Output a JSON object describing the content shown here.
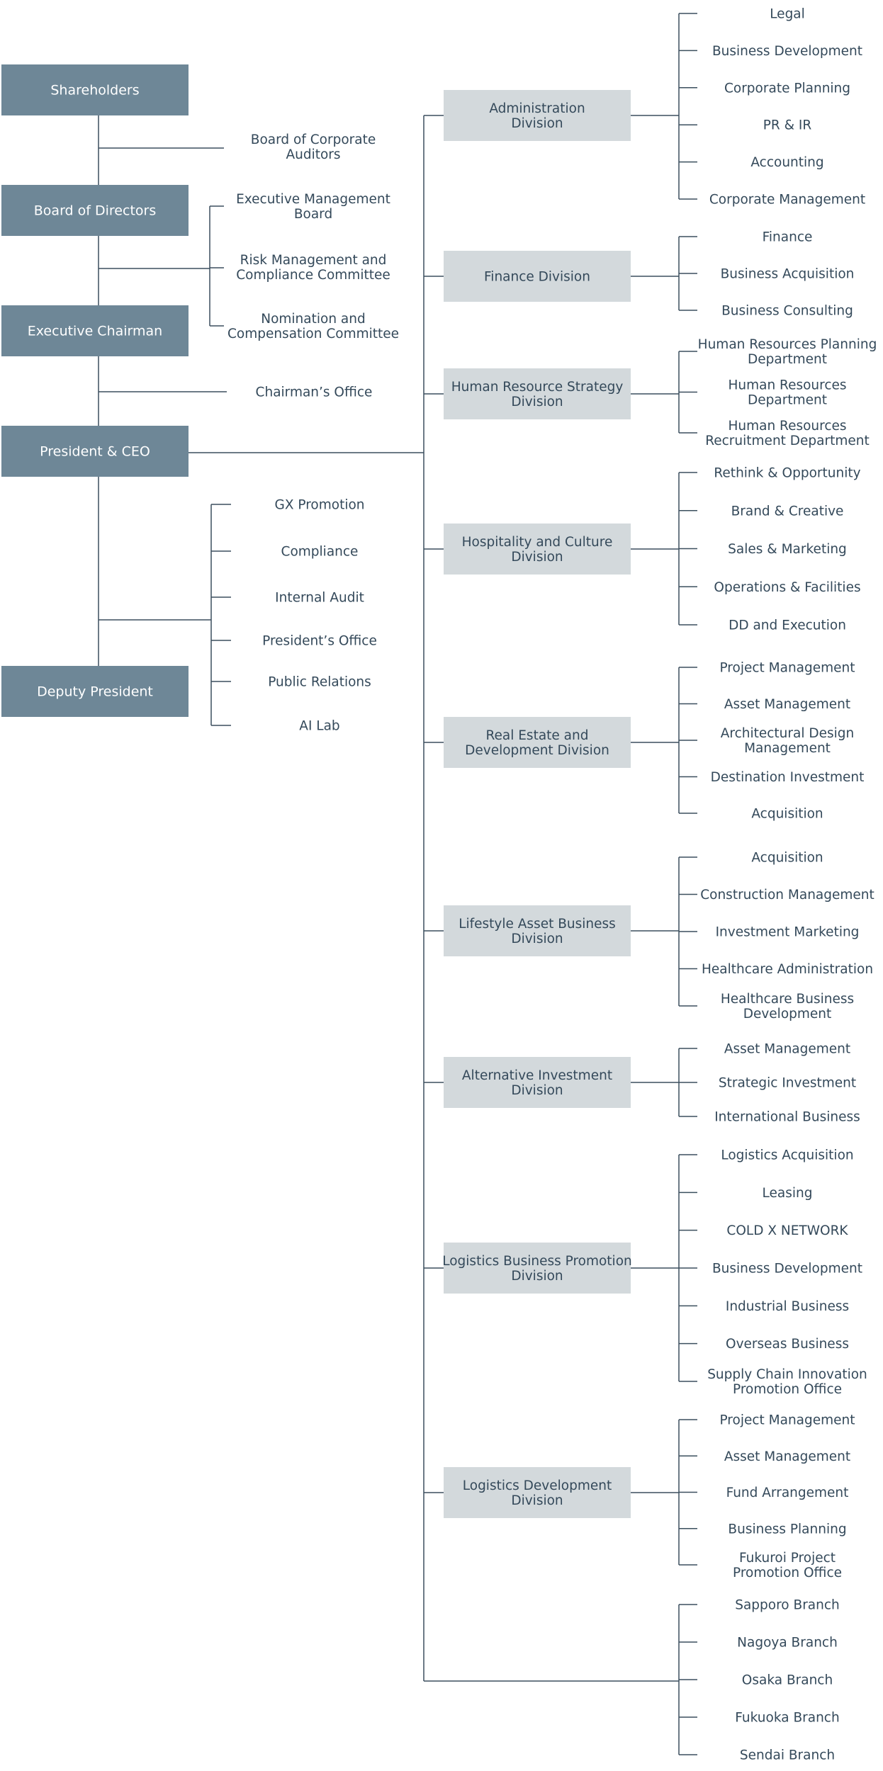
{
  "executive": [
    {
      "id": "shareholders",
      "label": [
        "Shareholders"
      ]
    },
    {
      "id": "board-of-directors",
      "label": [
        "Board of Directors"
      ]
    },
    {
      "id": "executive-chairman",
      "label": [
        "Executive Chairman"
      ]
    },
    {
      "id": "president-ceo",
      "label": [
        "President & CEO"
      ]
    },
    {
      "id": "deputy-president",
      "label": [
        "Deputy President"
      ]
    }
  ],
  "auditors": [
    "Board of Corporate",
    "Auditors"
  ],
  "board_committees": [
    [
      "Executive Management",
      "Board"
    ],
    [
      "Risk Management and",
      "Compliance Committee"
    ],
    [
      "Nomination and",
      "Compensation Committee"
    ]
  ],
  "chairmans_office": [
    "Chairman’s Office"
  ],
  "ceo_offices": [
    [
      "GX Promotion"
    ],
    [
      "Compliance"
    ],
    [
      "Internal Audit"
    ],
    [
      "President’s Office"
    ],
    [
      "Public Relations"
    ],
    [
      "AI Lab"
    ]
  ],
  "divisions": [
    {
      "name": [
        "Administration",
        "Division"
      ],
      "departments": [
        [
          "Legal"
        ],
        [
          "Business Development"
        ],
        [
          "Corporate Planning"
        ],
        [
          "PR & IR"
        ],
        [
          "Accounting"
        ],
        [
          "Corporate Management"
        ]
      ]
    },
    {
      "name": [
        "Finance Division"
      ],
      "departments": [
        [
          "Finance"
        ],
        [
          "Business Acquisition"
        ],
        [
          "Business Consulting"
        ]
      ]
    },
    {
      "name": [
        "Human Resource Strategy",
        "Division"
      ],
      "departments": [
        [
          "Human Resources Planning",
          "Department"
        ],
        [
          "Human Resources",
          "Department"
        ],
        [
          "Human Resources",
          "Recruitment Department"
        ]
      ]
    },
    {
      "name": [
        "Hospitality and Culture",
        "Division"
      ],
      "departments": [
        [
          "Rethink & Opportunity"
        ],
        [
          "Brand & Creative"
        ],
        [
          "Sales & Marketing"
        ],
        [
          "Operations & Facilities"
        ],
        [
          "DD and Execution"
        ]
      ]
    },
    {
      "name": [
        "Real Estate and",
        "Development Division"
      ],
      "departments": [
        [
          "Project Management"
        ],
        [
          "Asset Management"
        ],
        [
          "Architectural Design",
          "Management"
        ],
        [
          "Destination Investment"
        ],
        [
          "Acquisition"
        ]
      ]
    },
    {
      "name": [
        "Lifestyle Asset Business",
        "Division"
      ],
      "departments": [
        [
          "Acquisition"
        ],
        [
          "Construction Management"
        ],
        [
          "Investment Marketing"
        ],
        [
          "Healthcare Administration"
        ],
        [
          "Healthcare Business",
          "Development"
        ]
      ]
    },
    {
      "name": [
        "Alternative Investment",
        "Division"
      ],
      "departments": [
        [
          "Asset Management"
        ],
        [
          "Strategic Investment"
        ],
        [
          "International Business"
        ]
      ]
    },
    {
      "name": [
        "Logistics Business Promotion",
        "Division"
      ],
      "departments": [
        [
          "Logistics Acquisition"
        ],
        [
          "Leasing"
        ],
        [
          "COLD X NETWORK"
        ],
        [
          "Business Development"
        ],
        [
          "Industrial Business"
        ],
        [
          "Overseas Business"
        ],
        [
          "Supply Chain Innovation",
          "Promotion Office"
        ]
      ]
    },
    {
      "name": [
        "Logistics Development",
        "Division"
      ],
      "departments": [
        [
          "Project Management"
        ],
        [
          "Asset Management"
        ],
        [
          "Fund Arrangement"
        ],
        [
          "Business Planning"
        ],
        [
          "Fukuroi Project",
          "Promotion Office"
        ]
      ]
    },
    {
      "name": [],
      "departments": [
        [
          "Sapporo Branch"
        ],
        [
          "Nagoya Branch"
        ],
        [
          "Osaka Branch"
        ],
        [
          "Fukuoka Branch"
        ],
        [
          "Sendai Branch"
        ]
      ]
    }
  ]
}
